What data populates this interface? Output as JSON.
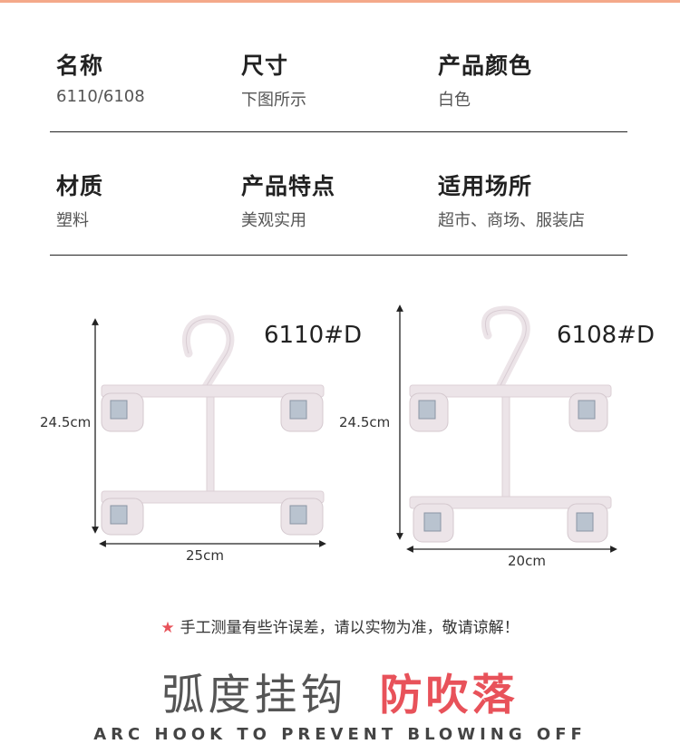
{
  "colors": {
    "accent": "#e8525a",
    "top_bar": "#f4a98a",
    "hanger": "#ece4e8"
  },
  "specs": [
    {
      "label": "名称",
      "value": "6110/6108"
    },
    {
      "label": "尺寸",
      "value": "下图所示"
    },
    {
      "label": "产品颜色",
      "value": "白色"
    },
    {
      "label": "材质",
      "value": "塑料"
    },
    {
      "label": "产品特点",
      "value": "美观实用"
    },
    {
      "label": "适用场所",
      "value": "超市、商场、服装店"
    }
  ],
  "diagrams": {
    "left": {
      "model": "6110#D",
      "height": "24.5cm",
      "width": "25cm"
    },
    "right": {
      "model": "6108#D",
      "height": "24.5cm",
      "width": "20cm"
    }
  },
  "note": {
    "star": "★",
    "text": "手工测量有些许误差，请以实物为准，敬请谅解！"
  },
  "headline": {
    "part1": "弧度挂钩",
    "part2": "防吹落"
  },
  "subheadline": "ARC HOOK TO PREVENT BLOWING OFF"
}
